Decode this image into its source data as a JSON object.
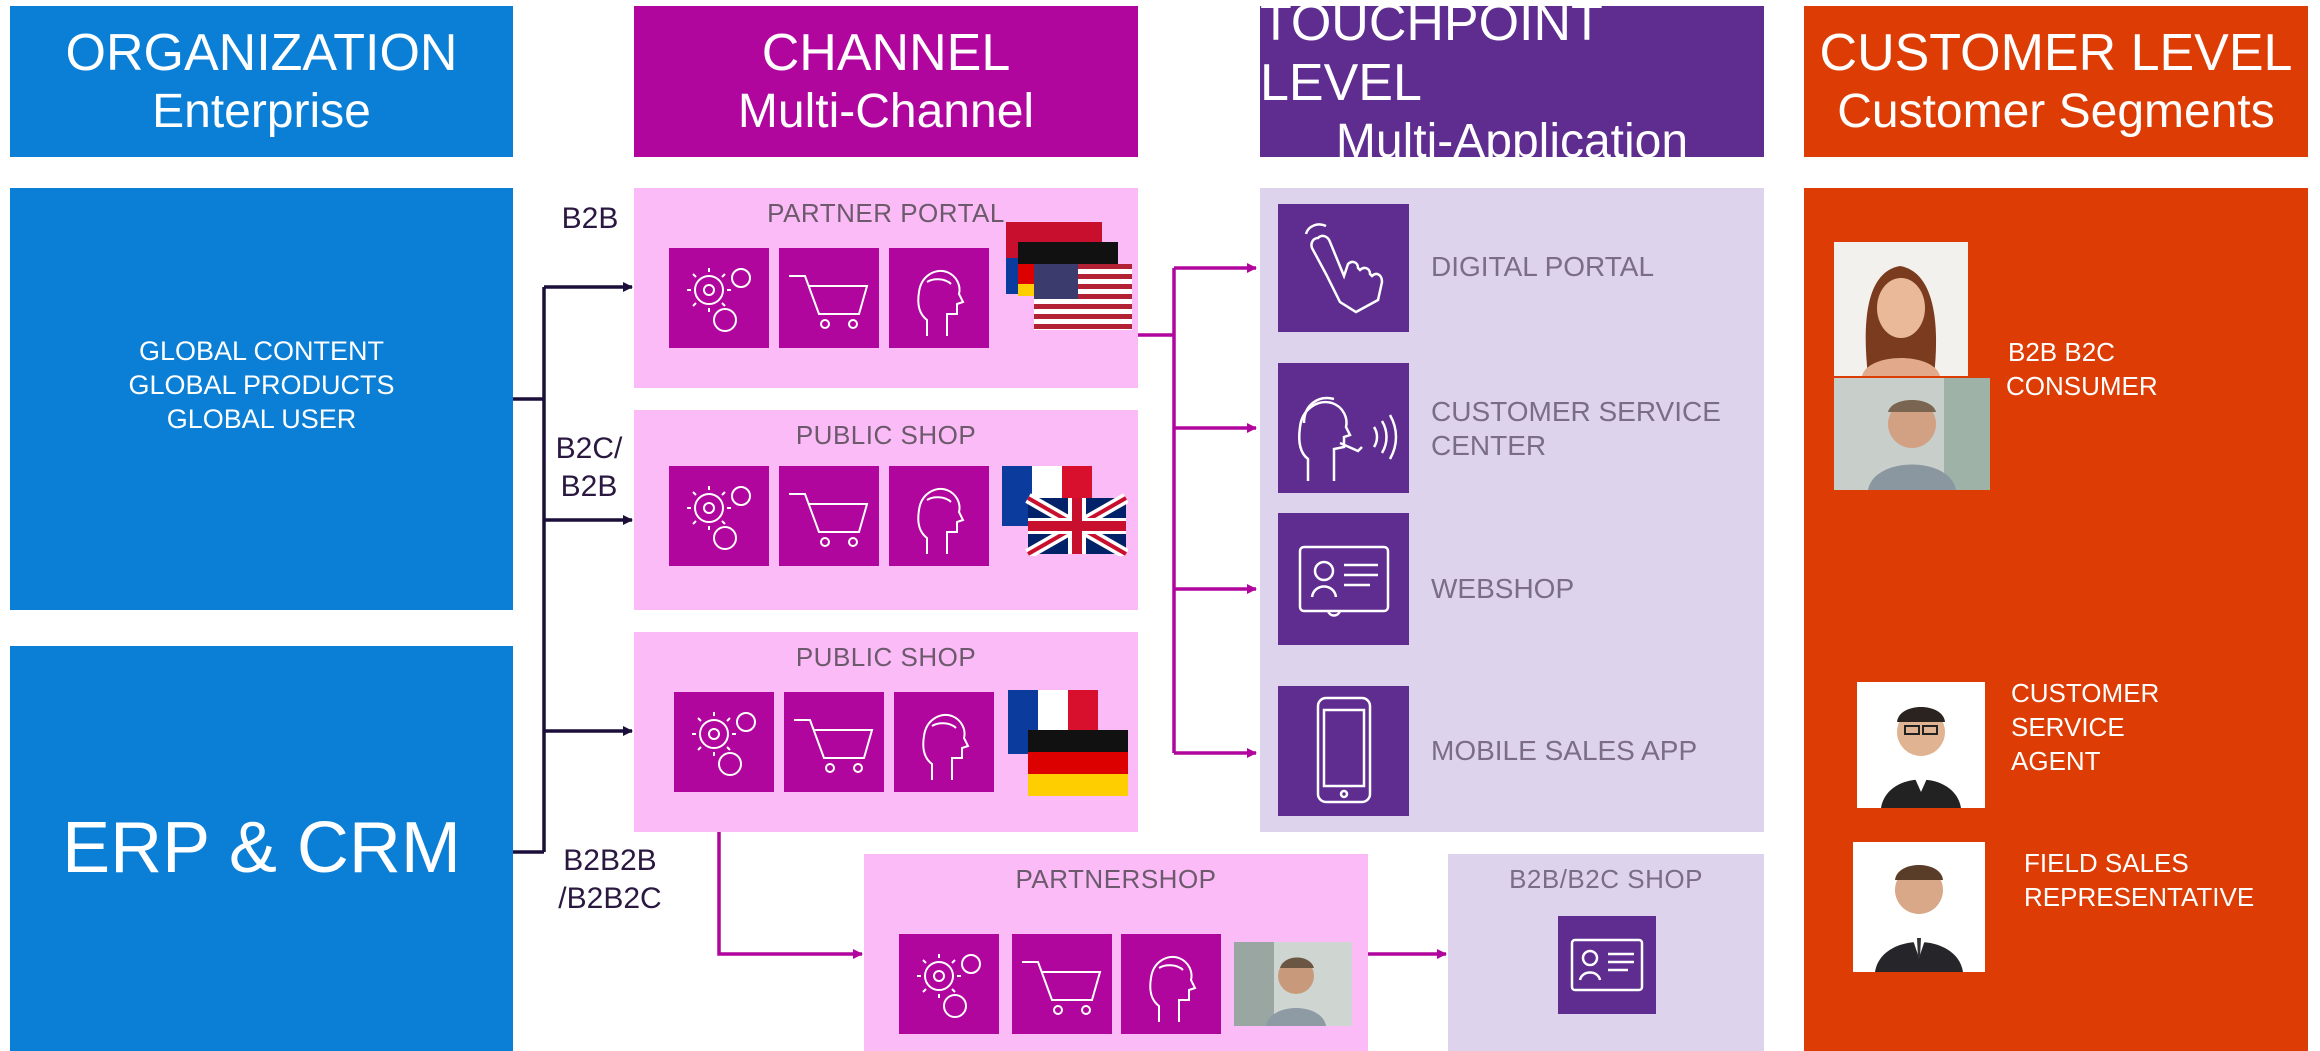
{
  "headers": {
    "organization": {
      "title": "ORGANIZATION",
      "subtitle": "Enterprise"
    },
    "channel": {
      "title": "CHANNEL",
      "subtitle": "Multi-Channel"
    },
    "touchpoint": {
      "title": "TOUCHPOINT LEVEL",
      "subtitle": "Multi-Application"
    },
    "customer": {
      "title": "CUSTOMER LEVEL",
      "subtitle": "Customer Segments"
    }
  },
  "organization": {
    "global_lines": [
      "GLOBAL CONTENT",
      "GLOBAL PRODUCTS",
      "GLOBAL USER"
    ],
    "erp_label": "ERP & CRM"
  },
  "channel_labels": {
    "b2b": "B2B",
    "b2c_b2b": [
      "B2C/",
      "B2B"
    ],
    "b2b2b": [
      "B2B2B",
      "/B2B2C"
    ]
  },
  "channels": {
    "partner_portal": "PARTNER PORTAL",
    "public_shop_1": "PUBLIC SHOP",
    "public_shop_2": "PUBLIC SHOP",
    "partnershop": "PARTNERSHOP"
  },
  "touchpoints": {
    "digital_portal": "DIGITAL PORTAL",
    "customer_service": [
      "CUSTOMER SERVICE",
      "CENTER"
    ],
    "webshop": "WEBSHOP",
    "mobile_sales": "MOBILE SALES APP",
    "b2b_b2c_shop": "B2B/B2C SHOP"
  },
  "customers": {
    "segment": [
      "B2B B2C",
      "CONSUMER"
    ],
    "agent": [
      "CUSTOMER",
      "SERVICE",
      "AGENT"
    ],
    "field_sales": [
      "FIELD SALES",
      "REPRESENTATIVE"
    ]
  },
  "colors": {
    "blue": "#0b7fd6",
    "magenta": "#b0069e",
    "purple": "#5f2c8f",
    "orange": "#dd3d05",
    "pink": "#fbbbf6",
    "lavender": "#ded3ed",
    "arrow_dark": "#1b0f3a",
    "arrow_magenta": "#b0069e"
  },
  "icons": [
    "gears-icon",
    "shopping-cart-icon",
    "person-head-icon",
    "touch-hand-icon",
    "headset-agent-icon",
    "id-card-icon",
    "smartphone-icon"
  ]
}
